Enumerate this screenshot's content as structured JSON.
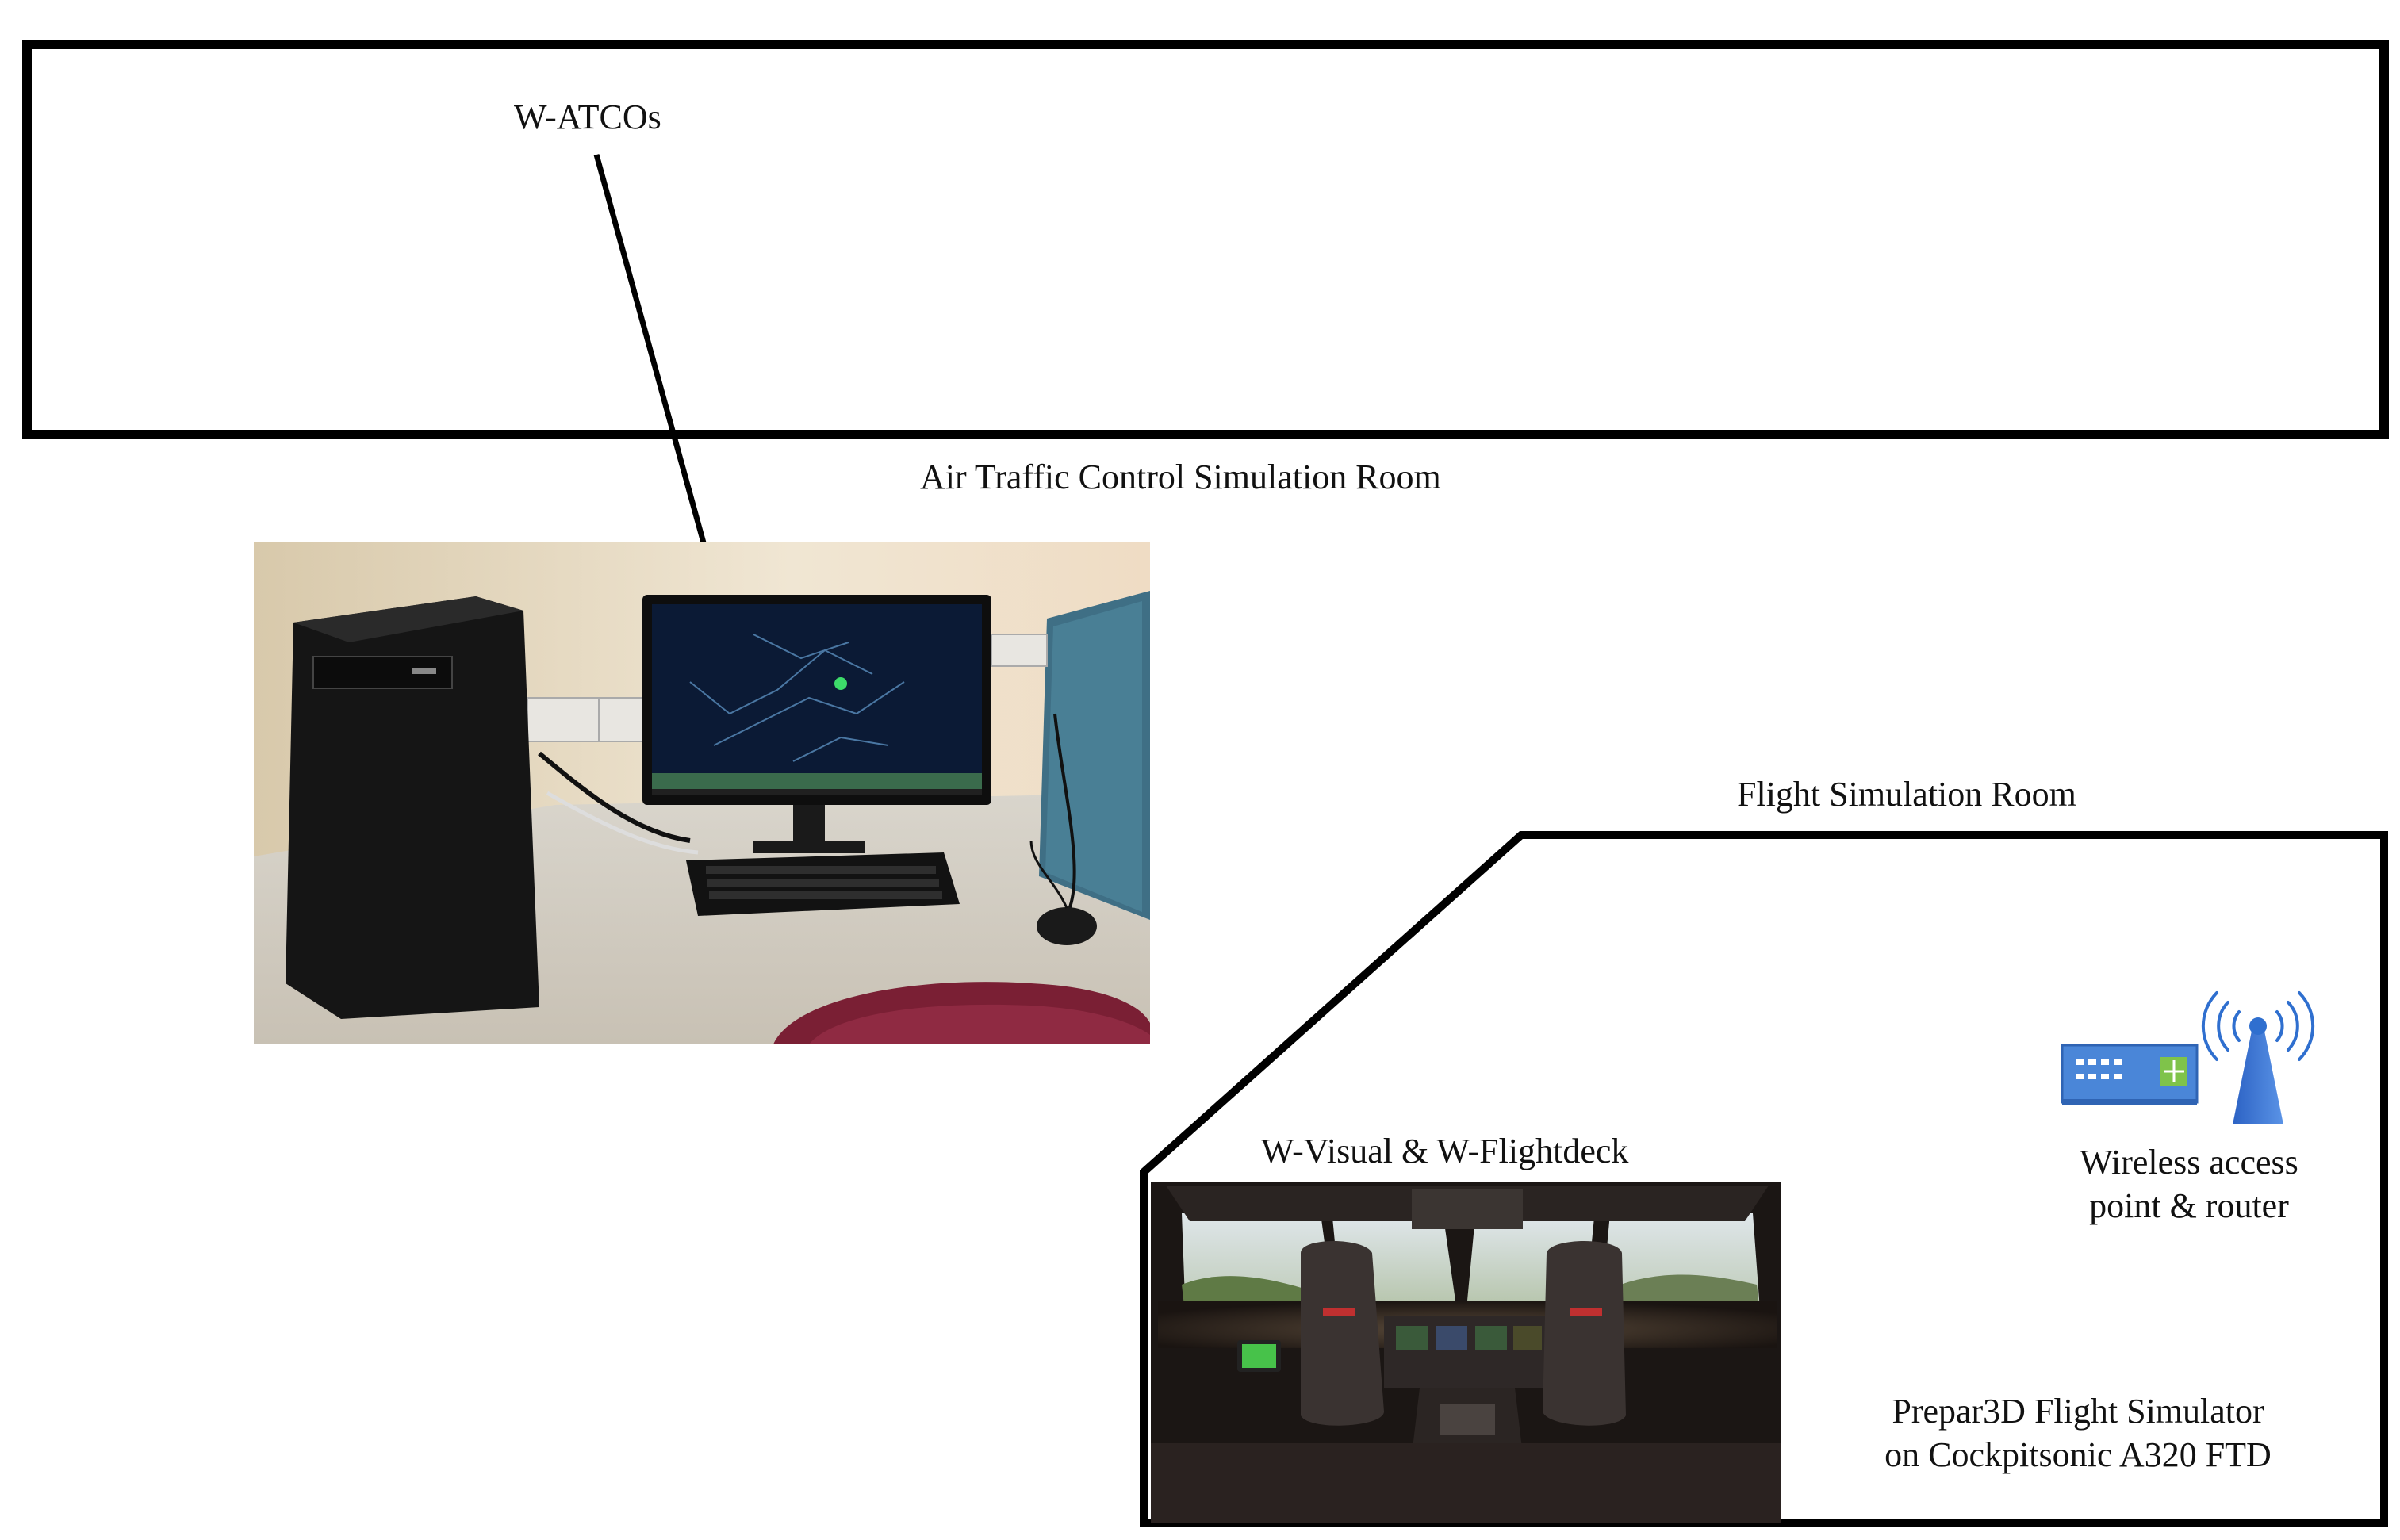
{
  "labels": {
    "w_atcos": "W-ATCOs",
    "atc_room": "Air Traffic Control Simulation Room",
    "flight_room": "Flight Simulation Room",
    "w_visual": "W-Visual & W-Flightdeck",
    "wireless_line1": "Wireless access",
    "wireless_line2": "point & router",
    "simulator_line1": "Prepar3D Flight Simulator",
    "simulator_line2": "on Cockpitsonic A320 FTD"
  },
  "photos": {
    "atc_workstation": {
      "description_icon": "desktop-computer-photo"
    },
    "cockpit": {
      "description_icon": "cockpit-photo"
    }
  },
  "icons": {
    "router": "router-icon",
    "antenna": "wireless-antenna-icon"
  },
  "colors": {
    "outline": "#000000",
    "router_blue": "#4a86d8",
    "router_green": "#7fc34a",
    "antenna_blue": "#2f6fcf"
  }
}
